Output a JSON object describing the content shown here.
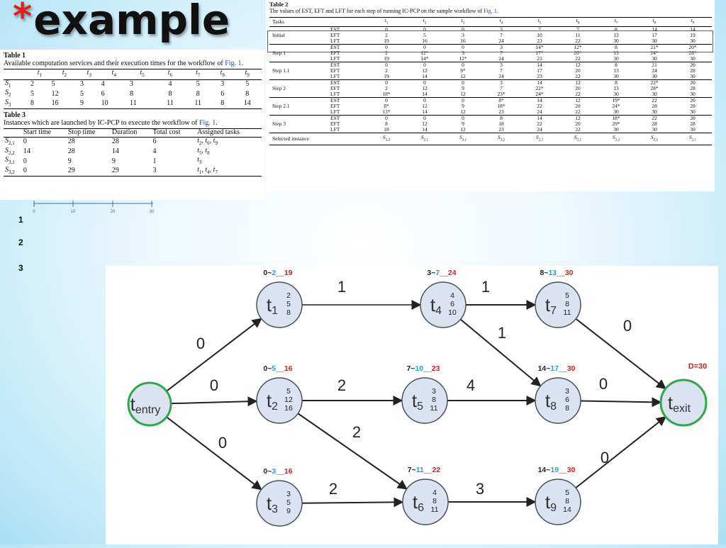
{
  "slide": {
    "star": "*",
    "title": "example",
    "list_numbers": [
      "1",
      "2",
      "3"
    ]
  },
  "table1": {
    "caption": "Table 1",
    "desc_prefix": "Available computation services and their execution times for the workflow of ",
    "desc_link": "Fig. 1",
    "desc_suffix": ".",
    "headers": [
      "t1",
      "t2",
      "t3",
      "t4",
      "t5",
      "t6",
      "t7",
      "t8",
      "t9"
    ],
    "rows": [
      {
        "name": "S1",
        "values": [
          "2",
          "5",
          "3",
          "4",
          "3",
          "4",
          "5",
          "3",
          "5"
        ]
      },
      {
        "name": "S2",
        "values": [
          "5",
          "12",
          "5",
          "6",
          "8",
          "8",
          "8",
          "6",
          "8"
        ]
      },
      {
        "name": "S3",
        "values": [
          "8",
          "16",
          "9",
          "10",
          "11",
          "11",
          "11",
          "8",
          "14"
        ]
      }
    ]
  },
  "table3": {
    "caption": "Table 3",
    "desc_prefix": "Instances which are launched by IC-PCP to execute the workflow of ",
    "desc_link": "Fig. 1",
    "desc_suffix": ".",
    "headers": [
      "Start time",
      "Stop time",
      "Duration",
      "Total cost",
      "Assigned tasks"
    ],
    "rows": [
      {
        "name": "S2,1",
        "start": "0",
        "stop": "28",
        "duration": "28",
        "cost": "6",
        "tasks": "t2, t6, t9"
      },
      {
        "name": "S2,2",
        "start": "14",
        "stop": "28",
        "duration": "14",
        "cost": "4",
        "tasks": "t5, t8"
      },
      {
        "name": "S3,1",
        "start": "0",
        "stop": "9",
        "duration": "9",
        "cost": "1",
        "tasks": "t3"
      },
      {
        "name": "S3,2",
        "start": "0",
        "stop": "29",
        "duration": "29",
        "cost": "3",
        "tasks": "t1, t4, t7"
      }
    ]
  },
  "ruler": {
    "ticks": [
      "0",
      "10",
      "20",
      "30"
    ]
  },
  "table2": {
    "caption": "Table 2",
    "desc_prefix": "The values of EST, EFT and LFT for each step of running IC-PCP on the sample workflow of ",
    "desc_link": "Fig. 1",
    "desc_suffix": ".",
    "tasks_header": "Tasks",
    "headers": [
      "t1",
      "t2",
      "t3",
      "t4",
      "t5",
      "t6",
      "t7",
      "t8",
      "t9"
    ],
    "groups": [
      {
        "name": "Initial",
        "rows": [
          {
            "m": "EST",
            "v": [
              "0",
              "0",
              "0",
              "3",
              "7",
              "7",
              "8",
              "14",
              "14"
            ]
          },
          {
            "m": "EFT",
            "v": [
              "2",
              "5",
              "3",
              "7",
              "10",
              "11",
              "13",
              "17",
              "19"
            ]
          },
          {
            "m": "LFT",
            "v": [
              "19",
              "16",
              "16",
              "24",
              "23",
              "22",
              "30",
              "30",
              "30"
            ]
          }
        ]
      },
      {
        "name": "Step 1",
        "rows": [
          {
            "m": "EST",
            "v": [
              "0",
              "0",
              "0",
              "3",
              "14*",
              "12*",
              "8",
              "21*",
              "20*"
            ]
          },
          {
            "m": "EFT",
            "v": [
              "2",
              "12*",
              "3",
              "7",
              "17*",
              "20*",
              "13",
              "24*",
              "28*"
            ]
          },
          {
            "m": "LFT",
            "v": [
              "19",
              "14*",
              "12*",
              "24",
              "23",
              "22",
              "30",
              "30",
              "30"
            ]
          }
        ]
      },
      {
        "name": "Step 1.1",
        "rows": [
          {
            "m": "EST",
            "v": [
              "0",
              "0",
              "0",
              "3",
              "14",
              "12",
              "8",
              "21",
              "20"
            ]
          },
          {
            "m": "EFT",
            "v": [
              "2",
              "12",
              "9*",
              "7",
              "17",
              "20",
              "13",
              "24",
              "28"
            ]
          },
          {
            "m": "LFT",
            "v": [
              "19",
              "14",
              "12",
              "24",
              "23",
              "22",
              "30",
              "30",
              "30"
            ]
          }
        ]
      },
      {
        "name": "Step 2",
        "rows": [
          {
            "m": "EST",
            "v": [
              "0",
              "0",
              "0",
              "3",
              "14",
              "12",
              "8",
              "22*",
              "20"
            ]
          },
          {
            "m": "EFT",
            "v": [
              "2",
              "12",
              "9",
              "7",
              "22*",
              "20",
              "13",
              "28*",
              "28"
            ]
          },
          {
            "m": "LFT",
            "v": [
              "18*",
              "14",
              "12",
              "23*",
              "24*",
              "22",
              "30",
              "30",
              "30"
            ]
          }
        ]
      },
      {
        "name": "Step 2.1",
        "rows": [
          {
            "m": "EST",
            "v": [
              "0",
              "0",
              "0",
              "8*",
              "14",
              "12",
              "19*",
              "22",
              "20"
            ]
          },
          {
            "m": "EFT",
            "v": [
              "8*",
              "12",
              "9",
              "18*",
              "22",
              "20",
              "24*",
              "28",
              "28"
            ]
          },
          {
            "m": "LFT",
            "v": [
              "13*",
              "14",
              "12",
              "23",
              "24",
              "22",
              "30",
              "30",
              "30"
            ]
          }
        ]
      },
      {
        "name": "Step 3",
        "rows": [
          {
            "m": "EST",
            "v": [
              "0",
              "0",
              "0",
              "8",
              "14",
              "12",
              "18*",
              "22",
              "20"
            ]
          },
          {
            "m": "EFT",
            "v": [
              "8",
              "12",
              "9",
              "18",
              "22",
              "20",
              "29*",
              "28",
              "28"
            ]
          },
          {
            "m": "LFT",
            "v": [
              "18",
              "14",
              "12",
              "23",
              "24",
              "22",
              "30",
              "30",
              "30"
            ]
          }
        ]
      }
    ],
    "selected_label": "Selected instance",
    "selected": [
      "S3,2",
      "S2,1",
      "S3,1",
      "S3,2",
      "S2,2",
      "S2,1",
      "S3,2",
      "S2,2",
      "S2,1"
    ]
  },
  "graph": {
    "deadline": "D=30",
    "colors": {
      "node_fill": "#dbe3f0",
      "node_stroke": "#4a4f58",
      "entry_exit_stroke": "#2ea84a",
      "red": "#d62020",
      "cyan": "#1aa7c7",
      "edge": "#222222"
    },
    "nodes": [
      {
        "id": "tentry",
        "base": "t",
        "sub": "entry",
        "times": []
      },
      {
        "id": "t1",
        "base": "t",
        "sub": "1",
        "times": [
          "2",
          "5",
          "8"
        ],
        "est": "0",
        "eft": "2",
        "lft": "19"
      },
      {
        "id": "t2",
        "base": "t",
        "sub": "2",
        "times": [
          "5",
          "12",
          "16"
        ],
        "est": "0",
        "eft": "5",
        "lft": "16"
      },
      {
        "id": "t3",
        "base": "t",
        "sub": "3",
        "times": [
          "3",
          "5",
          "9"
        ],
        "est": "0",
        "eft": "3",
        "lft": "16"
      },
      {
        "id": "t4",
        "base": "t",
        "sub": "4",
        "times": [
          "4",
          "6",
          "10"
        ],
        "est": "3",
        "eft": "7",
        "lft": "24"
      },
      {
        "id": "t5",
        "base": "t",
        "sub": "5",
        "times": [
          "3",
          "8",
          "11"
        ],
        "est": "7",
        "eft": "10",
        "lft": "23"
      },
      {
        "id": "t6",
        "base": "t",
        "sub": "6",
        "times": [
          "4",
          "8",
          "11"
        ],
        "est": "7",
        "eft": "11",
        "lft": "22"
      },
      {
        "id": "t7",
        "base": "t",
        "sub": "7",
        "times": [
          "5",
          "8",
          "11"
        ],
        "est": "8",
        "eft": "13",
        "lft": "30"
      },
      {
        "id": "t8",
        "base": "t",
        "sub": "8",
        "times": [
          "3",
          "6",
          "8"
        ],
        "est": "14",
        "eft": "17",
        "lft": "30"
      },
      {
        "id": "t9",
        "base": "t",
        "sub": "9",
        "times": [
          "5",
          "8",
          "14"
        ],
        "est": "14",
        "eft": "19",
        "lft": "30"
      },
      {
        "id": "texit",
        "base": "t",
        "sub": "exit",
        "times": []
      }
    ],
    "edges": [
      {
        "from": "tentry",
        "to": "t1",
        "w": "0"
      },
      {
        "from": "tentry",
        "to": "t2",
        "w": "0"
      },
      {
        "from": "tentry",
        "to": "t3",
        "w": "0"
      },
      {
        "from": "t1",
        "to": "t4",
        "w": "1"
      },
      {
        "from": "t4",
        "to": "t7",
        "w": "1"
      },
      {
        "from": "t4",
        "to": "t8",
        "w": "1"
      },
      {
        "from": "t2",
        "to": "t5",
        "w": "2"
      },
      {
        "from": "t5",
        "to": "t8",
        "w": "4"
      },
      {
        "from": "t2",
        "to": "t6",
        "w": "2"
      },
      {
        "from": "t3",
        "to": "t6",
        "w": "2"
      },
      {
        "from": "t6",
        "to": "t9",
        "w": "3"
      },
      {
        "from": "t7",
        "to": "texit",
        "w": "0"
      },
      {
        "from": "t8",
        "to": "texit",
        "w": "0"
      },
      {
        "from": "t9",
        "to": "texit",
        "w": "0"
      }
    ]
  }
}
